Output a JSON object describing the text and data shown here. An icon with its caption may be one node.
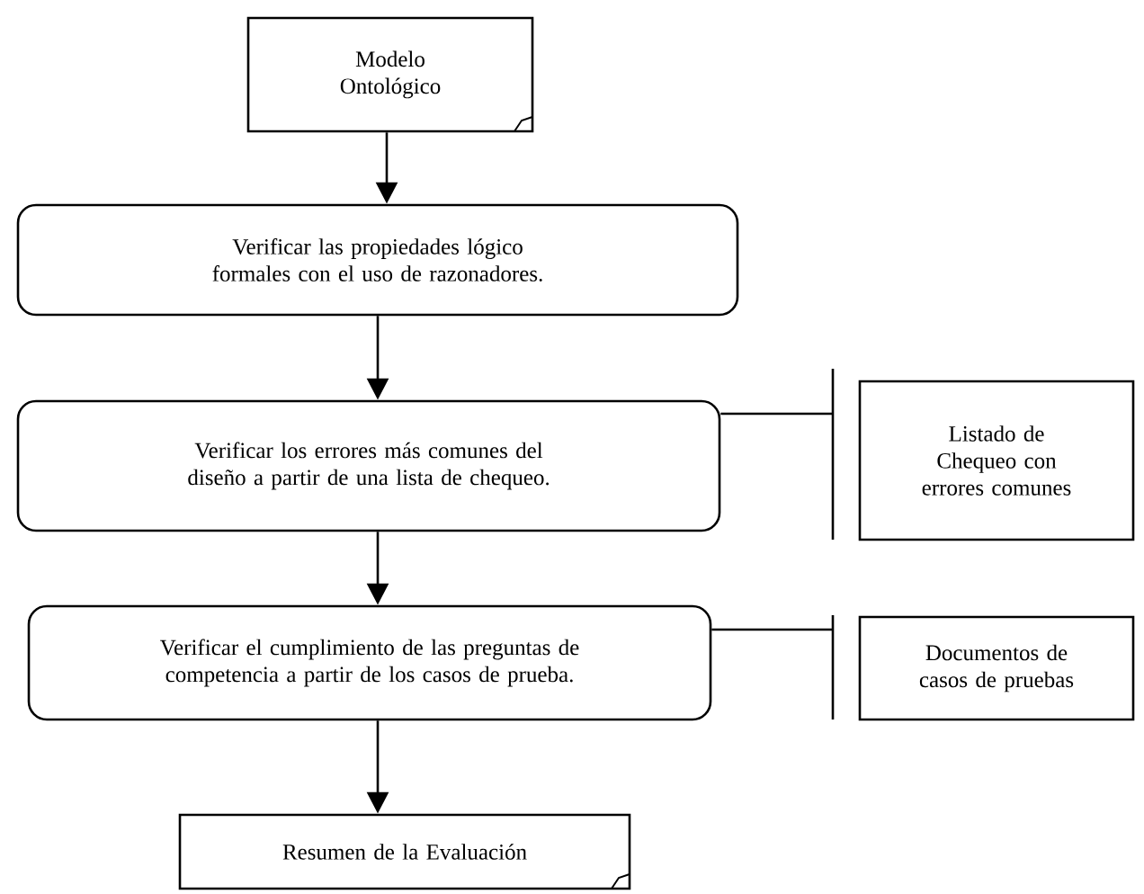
{
  "diagram": {
    "nodes": [
      {
        "text": [
          "Modelo Ontológico"
        ]
      },
      {
        "text": [
          "Verificar las propiedades lógico formales con el uso de razonadores."
        ]
      },
      {
        "text": [
          "Verificar los errores más comunes del diseño a partir de una lista de chequeo."
        ]
      },
      {
        "text": [
          "Verificar el cumplimiento de las preguntas de competencia a partir de los casos de prueba."
        ]
      },
      {
        "text": [
          "Resumen de la Evaluación"
        ]
      },
      {
        "text": [
          "Listado de Chequeo con errores comunes"
        ]
      },
      {
        "text": [
          "Documentos de casos de pruebas"
        ]
      }
    ],
    "edges": [
      {
        "from": 0,
        "to": 1,
        "arrow": "to"
      },
      {
        "from": 1,
        "to": 2,
        "arrow": "to"
      },
      {
        "from": 2,
        "to": 3,
        "arrow": "to"
      },
      {
        "from": 3,
        "to": 4,
        "arrow": "to"
      },
      {
        "from": 2,
        "to": 5,
        "arrow": "none"
      },
      {
        "from": 3,
        "to": 6,
        "arrow": "none"
      }
    ]
  }
}
